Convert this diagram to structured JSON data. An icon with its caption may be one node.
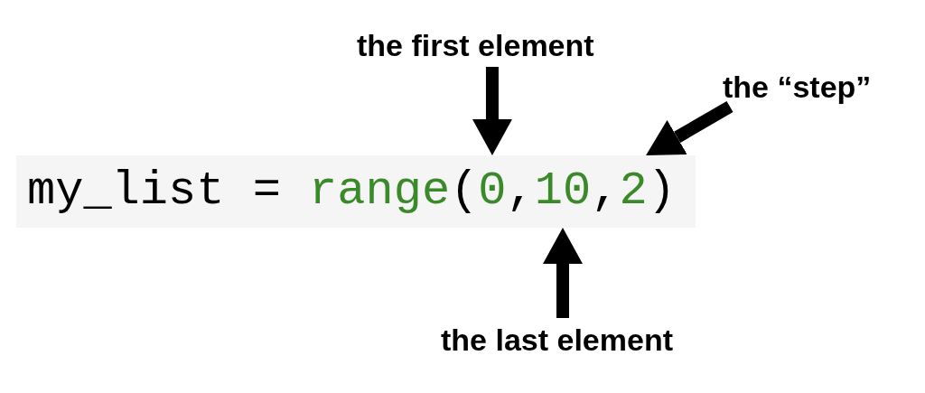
{
  "diagram": {
    "nodes": [
      {
        "text": [
          "the first element"
        ]
      },
      {
        "text": [
          "the “step”"
        ]
      },
      {
        "text": [
          "the last element"
        ]
      },
      {
        "text": [
          "my_list = range(0,10,2)"
        ]
      }
    ],
    "edges": [
      {
        "from": 0,
        "to": 3,
        "arrow": "to"
      },
      {
        "from": 1,
        "to": 3,
        "arrow": "to"
      },
      {
        "from": 2,
        "to": 3,
        "arrow": "to"
      }
    ]
  }
}
